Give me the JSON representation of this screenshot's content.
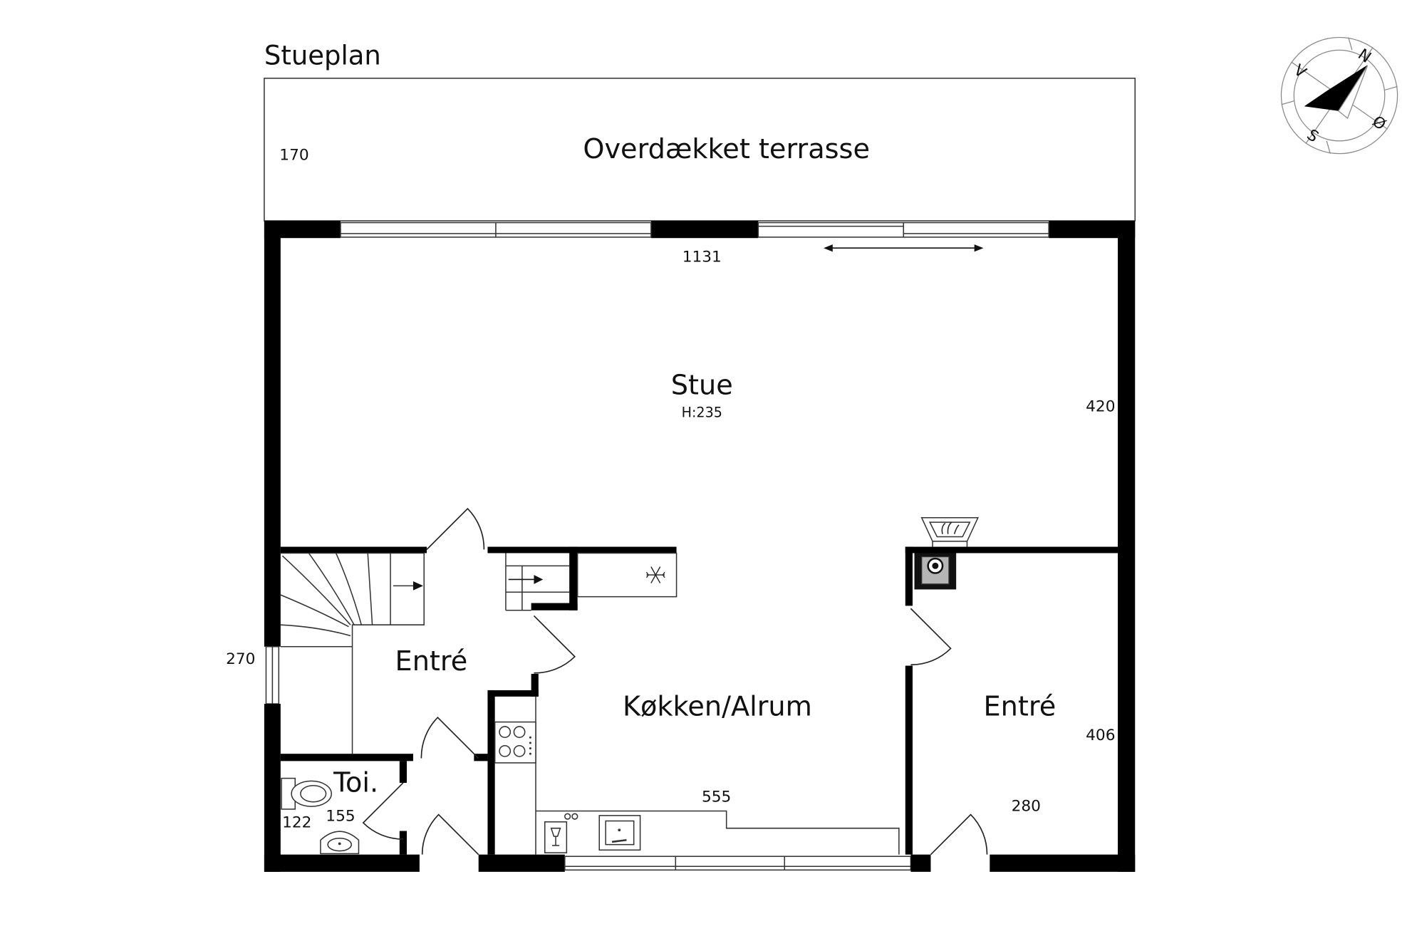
{
  "plan": {
    "title": "Stueplan"
  },
  "rooms": {
    "terrace": {
      "label": "Overdækket terrasse",
      "dimension": "170"
    },
    "living": {
      "label": "Stue",
      "height": "H:235",
      "width": "1131",
      "depth": "420"
    },
    "entrance_left": {
      "label": "Entré",
      "dimension": "270"
    },
    "kitchen": {
      "label": "Køkken/Alrum",
      "dimension": "555"
    },
    "entrance_right": {
      "label": "Entré",
      "depth": "406",
      "width": "280"
    },
    "toilet": {
      "label": "Toi.",
      "depth": "122",
      "width": "155"
    }
  },
  "compass": {
    "north": "N",
    "east": "Ø",
    "south": "S",
    "west": "V"
  },
  "icons": {
    "fridge": "snowflake-icon",
    "stove": "stove-icon",
    "sink": "sink-icon",
    "dishwasher": "dishwasher-icon",
    "toilet": "toilet-icon",
    "washbasin": "washbasin-icon",
    "fireplace": "fireplace-icon",
    "chimney": "chimney-icon",
    "stairs": "stairs-icon",
    "compass": "compass-icon",
    "sliding_door": "double-arrow-icon"
  },
  "colors": {
    "wall": "#000000",
    "line": "#333333",
    "compass": "#8a8a8a",
    "background": "#ffffff"
  }
}
